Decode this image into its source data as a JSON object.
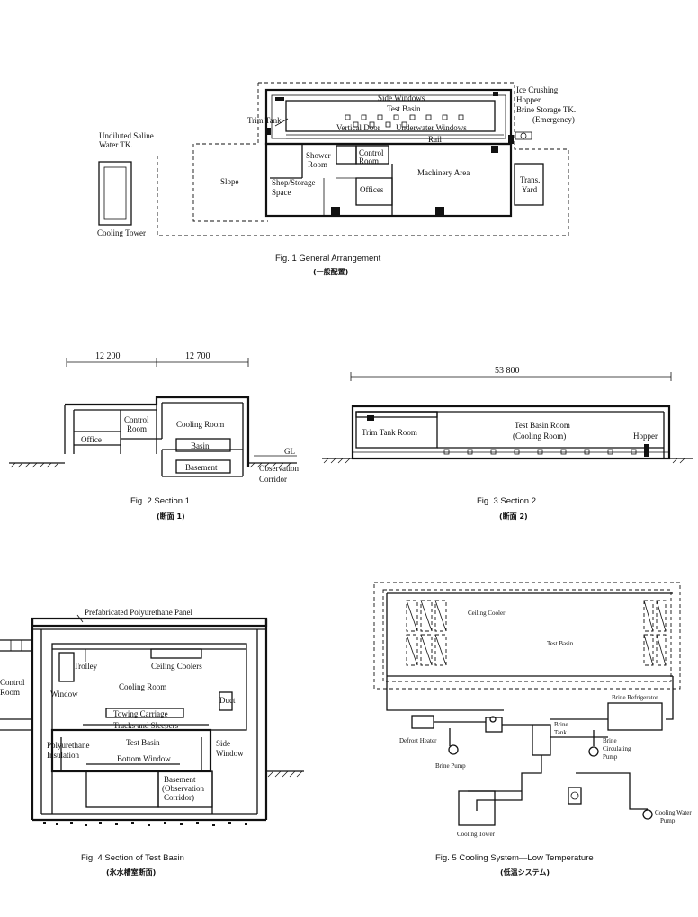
{
  "fig1": {
    "caption": "Fig. 1   General Arrangement",
    "caption_jp": "(一般配置)",
    "labels": {
      "undiluted": "Undiluted Saline",
      "undiluted2": "Water TK.",
      "cooling_tower": "Cooling Tower",
      "slope": "Slope",
      "trim_tank": "Trim Tank",
      "side_windows": "Side Windows",
      "test_basin": "Test Basin",
      "vertical_door": "Vertical Door",
      "underwater_windows": "Underwater Windows",
      "rail": "Rail",
      "shower": "Shower",
      "room": "Room",
      "control": "Control",
      "control_room": "Room",
      "shop_storage": "Shop/Storage",
      "space": "Space",
      "offices": "Offices",
      "machinery": "Machinery Area",
      "trans": "Trans.",
      "yard": "Yard",
      "ice_crushing": "Ice Crushing",
      "hopper": "Hopper",
      "brine_storage": "Brine Storage TK.",
      "emergency": "(Emergency)"
    }
  },
  "fig2": {
    "caption": "Fig. 2   Section 1",
    "caption_jp": "(断面 1)",
    "labels": {
      "dim1": "12 200",
      "dim2": "12 700",
      "control": "Control",
      "room": "Room",
      "cooling_room": "Cooling Room",
      "office": "Office",
      "basin": "Basin",
      "basement": "Basement",
      "gl": "GL",
      "observation": "Observation",
      "corridor": "Corridor"
    }
  },
  "fig3": {
    "caption": "Fig. 3   Section 2",
    "caption_jp": "(断面 2)",
    "labels": {
      "dim": "53 800",
      "trim_tank_room": "Trim Tank Room",
      "test_basin_room": "Test Basin Room",
      "cooling_room": "(Cooling Room)",
      "hopper": "Hopper"
    }
  },
  "fig4": {
    "caption": "Fig. 4   Section of Test Basin",
    "caption_jp": "(氷水槽室断面)",
    "labels": {
      "panel": "Prefabricated Polyurethane Panel",
      "trolley": "Trolley",
      "ceiling_coolers": "Ceiling Coolers",
      "control": "Control",
      "room": "Room",
      "window": "Window",
      "cooling_room": "Cooling Room",
      "duct": "Duct",
      "towing": "Towing Carriage",
      "tracks": "Tracks and Sleepers",
      "polyurethane": "Polyurethane",
      "insulation": "Insulation",
      "test_basin": "Test Basin",
      "side": "Side",
      "side_window": "Window",
      "bottom_window": "Bottom Window",
      "basement": "Basement",
      "observation": "(Observation",
      "corridor": "Corridor)"
    }
  },
  "fig5": {
    "caption": "Fig. 5   Cooling System—Low Temperature",
    "caption_jp": "(低温システム)",
    "labels": {
      "ceiling_cooler": "Ceiling Cooler",
      "test_basin": "Test Basin",
      "brine_refrigerator": "Brine Refrigerator",
      "defrost_heater": "Defrost Heater",
      "brine": "Brine",
      "tank": "Tank",
      "brine2": "Brine",
      "circulating": "Circulating",
      "pump": "Pump",
      "brine_pump": "Brine Pump",
      "cooling_water": "Cooling Water",
      "pump2": "Pump",
      "cooling_tower": "Cooling Tower"
    }
  }
}
